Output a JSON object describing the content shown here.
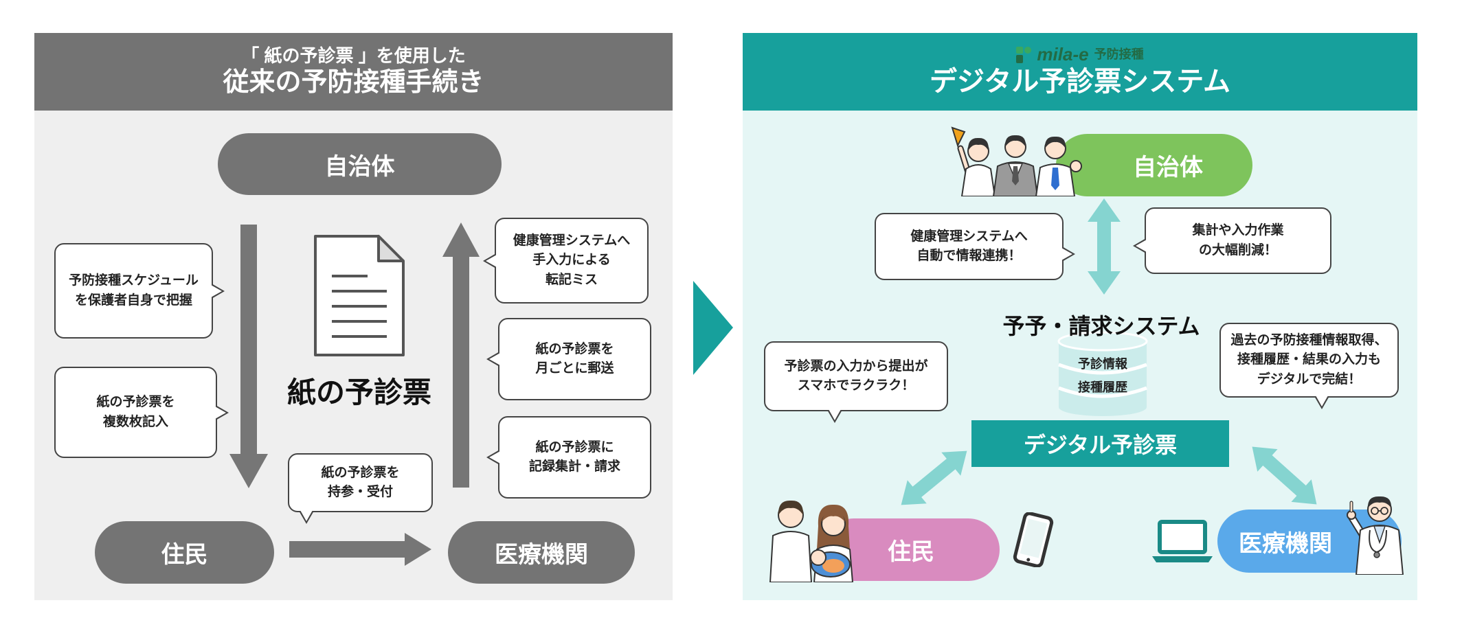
{
  "left_panel": {
    "header_line1": "「 紙の予診票 」を使用した",
    "header_line2": "従来の予防接種手続き",
    "municipality": "自治体",
    "center_label": "紙の予診票",
    "resident": "住民",
    "medical_institution": "医療機関",
    "bubbles": {
      "schedule": [
        "予防接種スケジュール",
        "を保護者自身で把握"
      ],
      "multiple_forms": [
        "紙の予診票を",
        "複数枚記入"
      ],
      "transcription": [
        "健康管理システムへ",
        "手入力による",
        "転記ミス"
      ],
      "mailing": [
        "紙の予診票を",
        "月ごとに郵送"
      ],
      "billing": [
        "紙の予診票に",
        "記録集計・請求"
      ],
      "bring": [
        "紙の予診票を",
        "持参・受付"
      ]
    }
  },
  "right_panel": {
    "logo": {
      "brand": "mila-e",
      "product": "予防接種"
    },
    "title": "デジタル予診票システム",
    "municipality": "自治体",
    "system_title": "予予・請求システム",
    "database_items": [
      "予診情報",
      "接種履歴"
    ],
    "digital_form": "デジタル予診票",
    "resident": "住民",
    "medical_institution": "医療機関",
    "bubbles": {
      "auto_link": [
        "健康管理システムへ",
        "自動で情報連携！"
      ],
      "reduction": [
        "集計や入力作業",
        "の大幅削減！"
      ],
      "smartphone": [
        "予診票の入力から提出が",
        "スマホでラクラク！"
      ],
      "medical": [
        "過去の予防接種情報取得、",
        "接種履歴・結果の入力も",
        "デジタルで完結！"
      ]
    }
  },
  "icons": [
    "document-icon",
    "officials-illustration",
    "family-illustration",
    "doctor-illustration",
    "smartphone-icon",
    "laptop-icon",
    "database-icon",
    "mila-e-logo-icon",
    "chevron-right-icon"
  ],
  "colors": {
    "left_header": "#737373",
    "left_body": "#efefef",
    "gray_pill": "#747474",
    "gray_arrow": "#767676",
    "teal": "#17a09c",
    "right_body": "#e5f6f5",
    "green": "#7ec45c",
    "pink": "#d98bbf",
    "blue": "#5aa9ea",
    "light_teal": "#85d4d0"
  }
}
